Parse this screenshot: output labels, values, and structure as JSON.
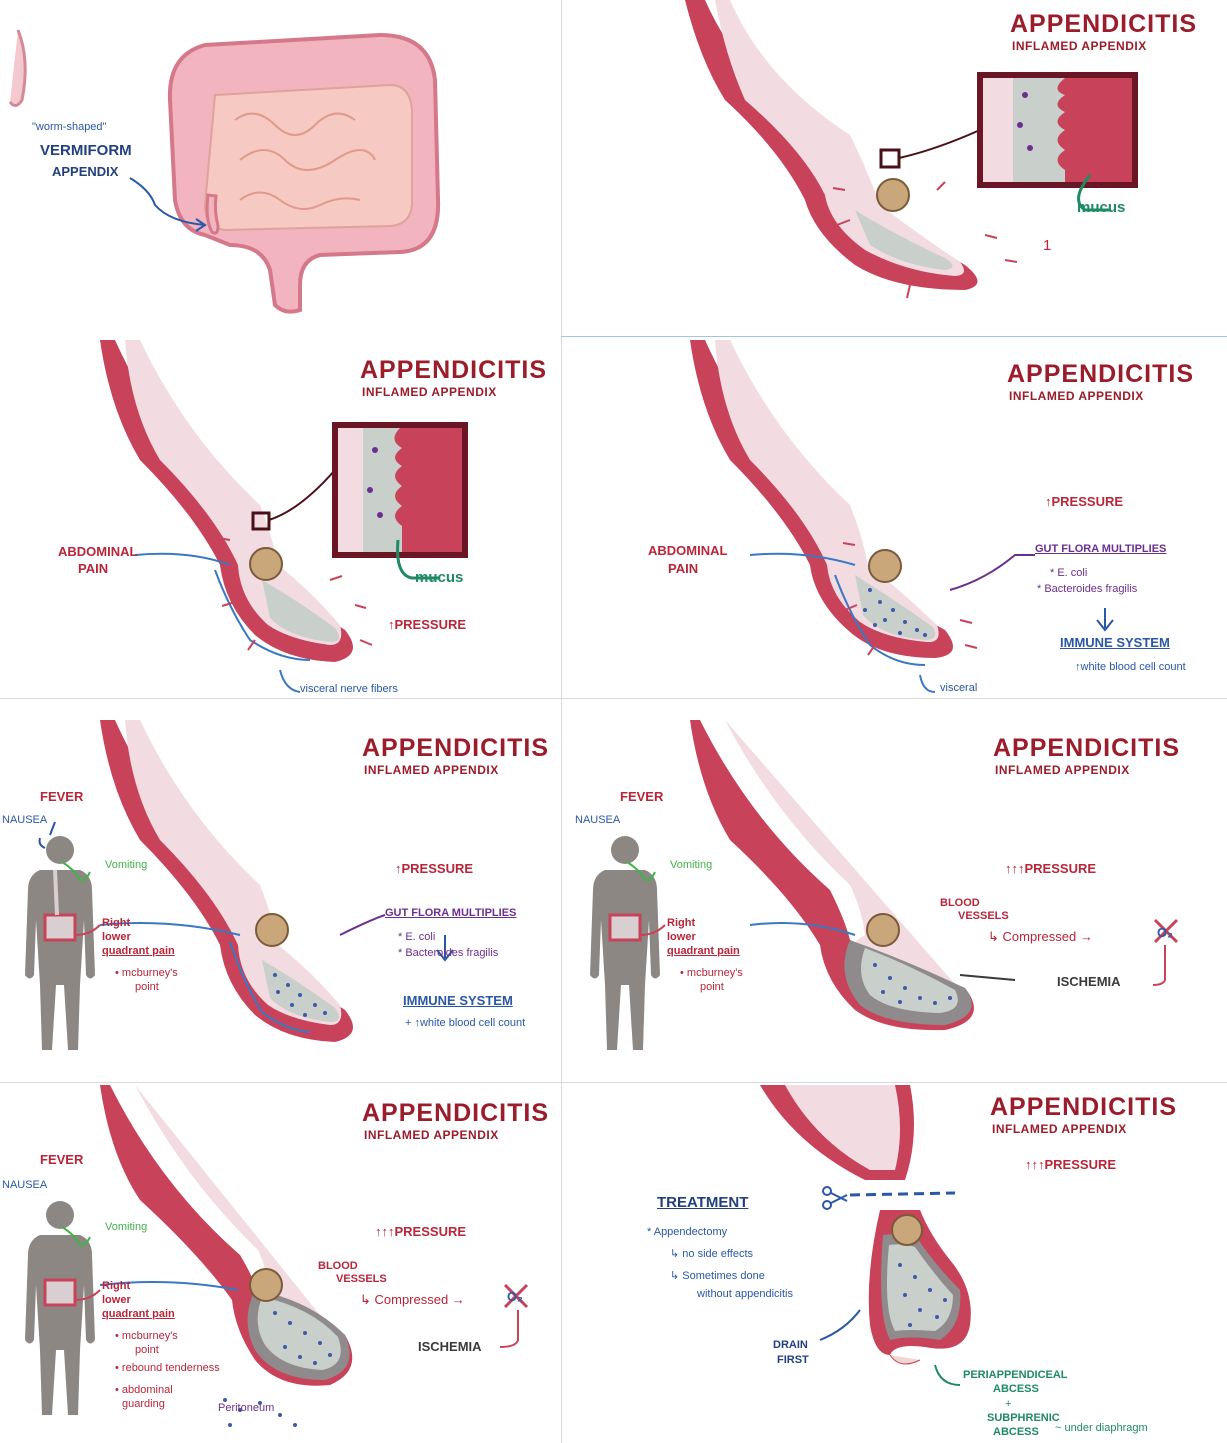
{
  "colors": {
    "title_red": "#9b1c2a",
    "wall_red": "#c8435a",
    "lumen_pink": "#f2dce1",
    "mucus_grey": "#c9cfcb",
    "nerve_blue": "#3a78c4",
    "bacteria_blue": "#3d5aa8",
    "fecalith_tan": "#c9a77a",
    "body_grey": "#8c8783",
    "label_green": "#1f8a64",
    "vomit_green": "#42b24a"
  },
  "icons": [
    "appendix-icon",
    "colon-icon",
    "fecalith-icon",
    "bacteria-icon",
    "human-body-icon",
    "scissors-icon",
    "no-oxygen-icon"
  ],
  "common": {
    "title": "APPENDICITIS",
    "subtitle": "INFLAMED APPENDIX"
  },
  "panel1": {
    "quote": "\"worm-shaped\"",
    "vermiform": "VERMIFORM",
    "appendix": "APPENDIX"
  },
  "panel2": {
    "mucus": "mucus",
    "mark": "1"
  },
  "panel3": {
    "abdominal_pain_1": "ABDOMINAL",
    "abdominal_pain_2": "PAIN",
    "pressure": "↑PRESSURE",
    "mucus": "mucus",
    "visceral": "visceral nerve fibers"
  },
  "panel4": {
    "abdominal_pain_1": "ABDOMINAL",
    "abdominal_pain_2": "PAIN",
    "pressure": "↑PRESSURE",
    "gut_flora": "GUT FLORA MULTIPLIES",
    "ecoli": "* E. coli",
    "bacteroides": "* Bacteroides fragilis",
    "immune": "IMMUNE SYSTEM",
    "wbc": "↑white blood cell count",
    "visceral": "visceral"
  },
  "panel5": {
    "fever": "FEVER",
    "nausea": "NAUSEA",
    "vomiting": "Vomiting",
    "rlq_1": "Right",
    "rlq_2": "lower",
    "rlq_3": "quadrant pain",
    "mcburney_1": "• mcburney's",
    "mcburney_2": "point",
    "pressure": "↑PRESSURE",
    "gut_flora": "GUT FLORA MULTIPLIES",
    "ecoli": "* E. coli",
    "bacteroides": "* Bacteroides fragilis",
    "immune": "IMMUNE SYSTEM",
    "wbc": "+ ↑white blood cell count"
  },
  "panel6": {
    "fever": "FEVER",
    "nausea": "NAUSEA",
    "vomiting": "Vomiting",
    "rlq_1": "Right",
    "rlq_2": "lower",
    "rlq_3": "quadrant pain",
    "mcburney_1": "• mcburney's",
    "mcburney_2": "point",
    "pressure": "↑↑↑PRESSURE",
    "blood_1": "BLOOD",
    "blood_2": "VESSELS",
    "compressed": "↳ Compressed →",
    "o2": "O₂",
    "ischemia": "ISCHEMIA"
  },
  "panel7": {
    "fever": "FEVER",
    "nausea": "NAUSEA",
    "vomiting": "Vomiting",
    "rlq_1": "Right",
    "rlq_2": "lower",
    "rlq_3": "quadrant pain",
    "mcburney_1": "• mcburney's",
    "mcburney_2": "point",
    "rebound": "• rebound tenderness",
    "guarding_1": "• abdominal",
    "guarding_2": "guarding",
    "peritoneum": "Peritoneum",
    "pressure": "↑↑↑PRESSURE",
    "blood_1": "BLOOD",
    "blood_2": "VESSELS",
    "compressed": "↳ Compressed →",
    "o2": "O₂",
    "ischemia": "ISCHEMIA"
  },
  "panel8": {
    "pressure": "↑↑↑PRESSURE",
    "treatment": "TREATMENT",
    "appendectomy": "* Appendectomy",
    "no_side": "↳ no side effects",
    "sometimes": "↳ Sometimes done",
    "without": "without appendicitis",
    "drain_1": "DRAIN",
    "drain_2": "FIRST",
    "peri_1": "PERIAPPENDICEAL",
    "peri_2": "ABCESS",
    "plus": "+",
    "subph_1": "SUBPHRENIC",
    "subph_2": "ABCESS",
    "diaphragm": "~ under diaphragm"
  }
}
